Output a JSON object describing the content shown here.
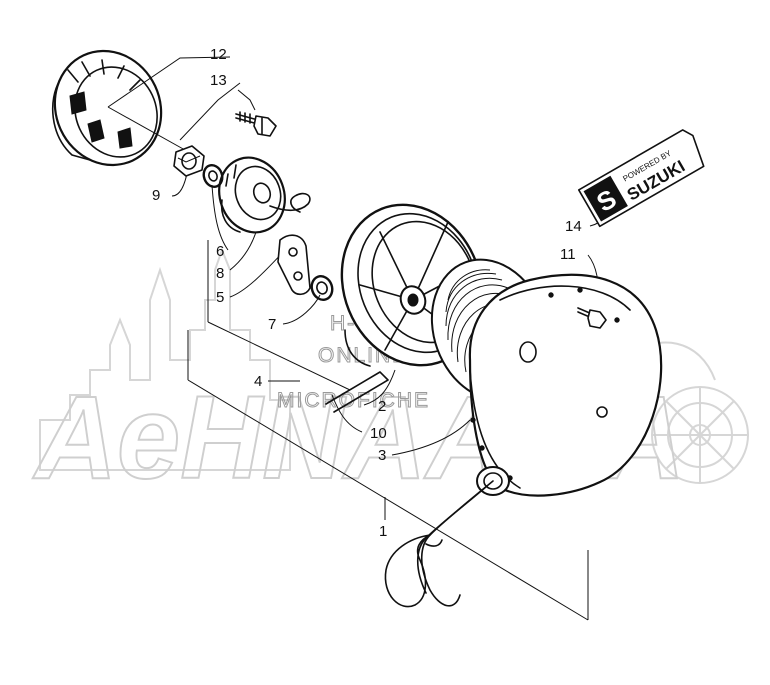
{
  "callouts": [
    {
      "id": "12",
      "label": "12"
    },
    {
      "id": "13",
      "label": "13"
    },
    {
      "id": "9",
      "label": "9"
    },
    {
      "id": "6",
      "label": "6"
    },
    {
      "id": "8",
      "label": "8"
    },
    {
      "id": "5",
      "label": "5"
    },
    {
      "id": "7",
      "label": "7"
    },
    {
      "id": "4",
      "label": "4"
    },
    {
      "id": "2",
      "label": "2"
    },
    {
      "id": "10",
      "label": "10"
    },
    {
      "id": "3",
      "label": "3"
    },
    {
      "id": "1",
      "label": "1"
    },
    {
      "id": "14",
      "label": "14"
    },
    {
      "id": "11",
      "label": "11"
    }
  ],
  "watermark": {
    "line1": "H-S-M-S",
    "line2": "ONLINE",
    "line3": "MICROFICHE",
    "logo": "AeHNAAMA"
  },
  "decal": {
    "line1": "POWERED BY",
    "line2": "SUZUKI",
    "emblem": "S"
  },
  "colors": {
    "ink": "#111111",
    "watermark": "#cfcfcf",
    "background": "#ffffff"
  }
}
